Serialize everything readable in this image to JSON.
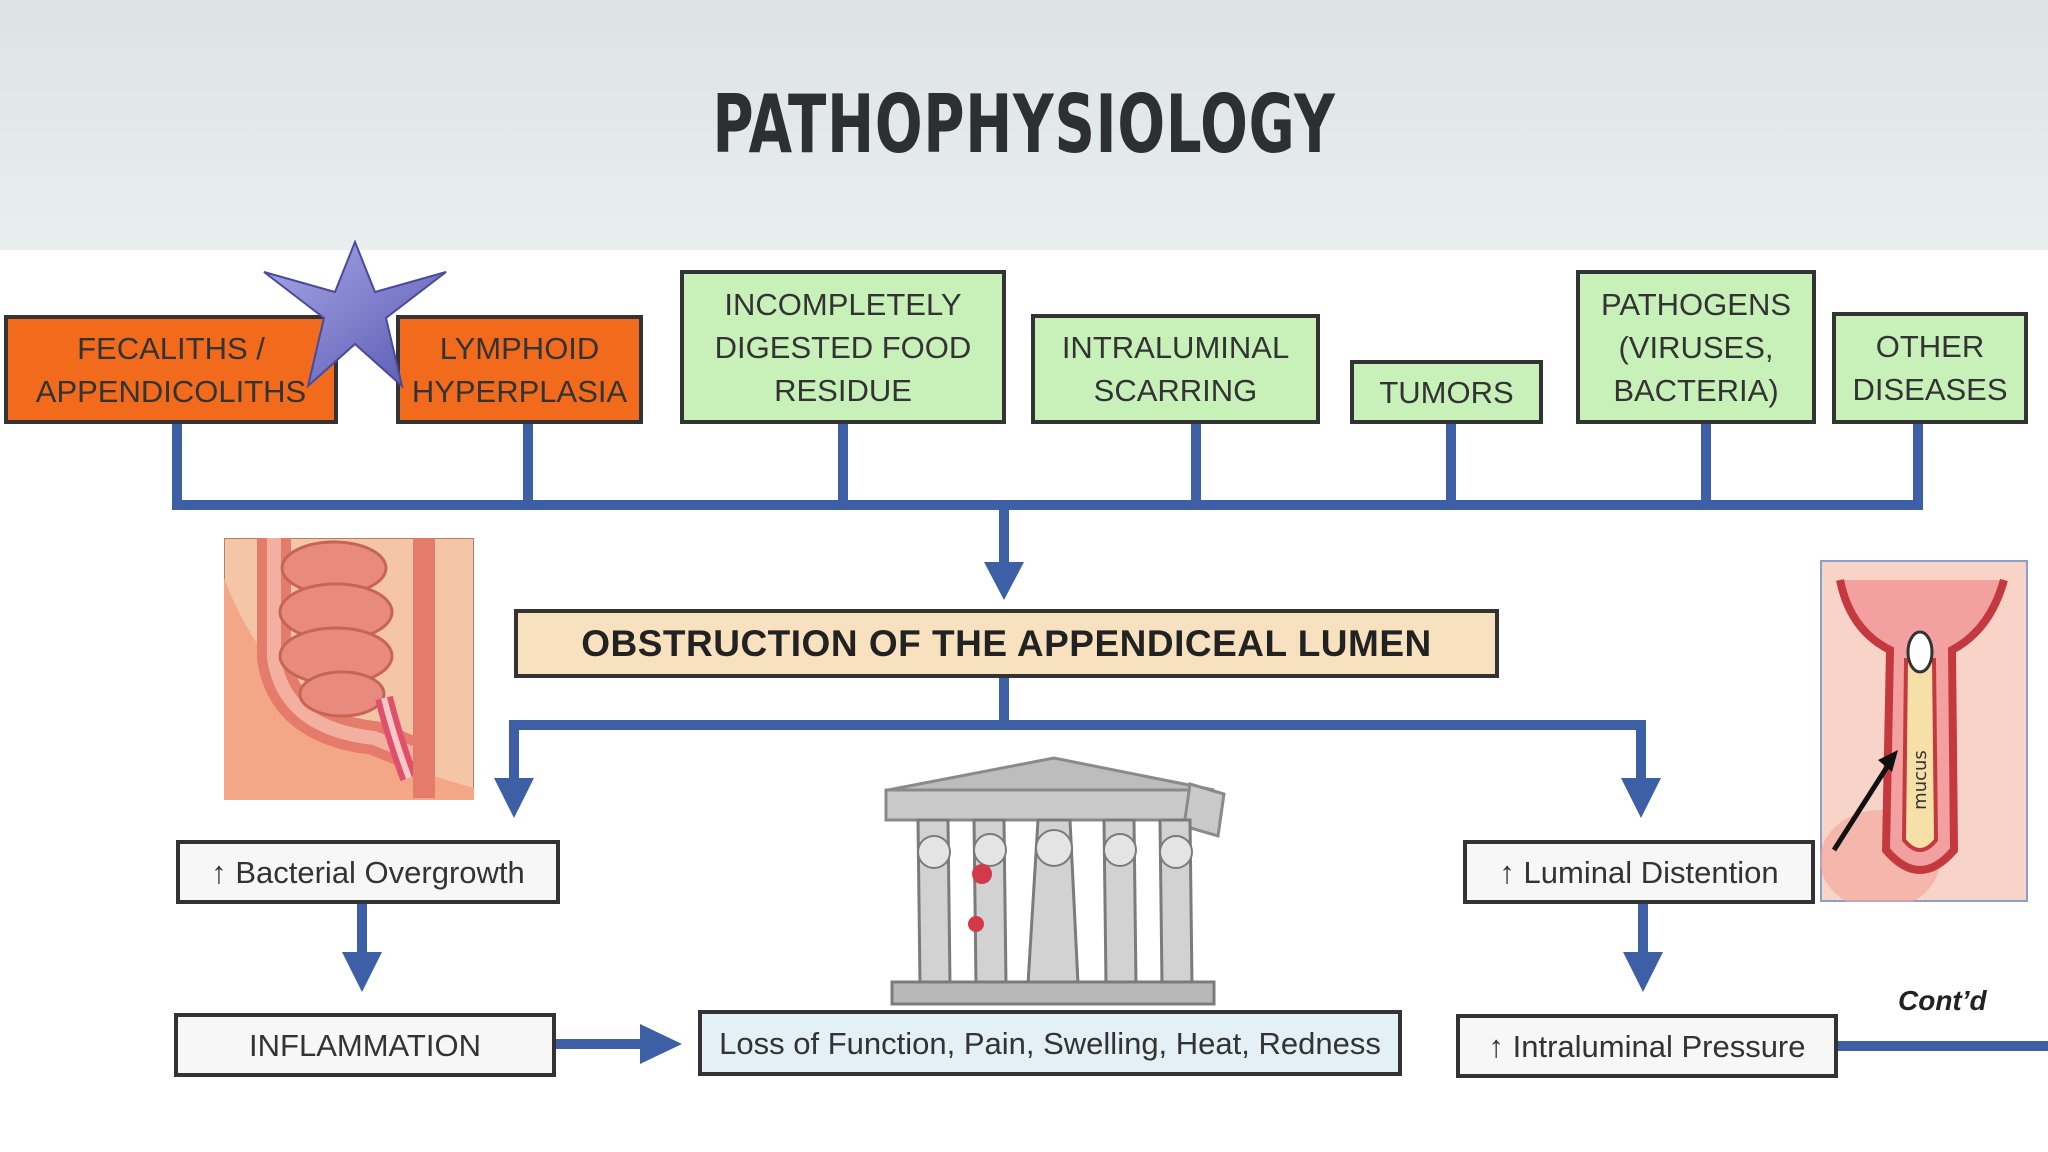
{
  "title": "PATHOPHYSIOLOGY",
  "causes": [
    {
      "label": "FECALITHS / APPENDICOLITHS"
    },
    {
      "label": "LYMPHOID HYPERPLASIA"
    },
    {
      "label": "INCOMPLETELY DIGESTED FOOD RESIDUE"
    },
    {
      "label": "INTRALUMINAL SCARRING"
    },
    {
      "label": "TUMORS"
    },
    {
      "label": "PATHOGENS (VIRUSES, BACTERIA)"
    },
    {
      "label": "OTHER DISEASES"
    }
  ],
  "obstruction": "OBSTRUCTION OF THE APPENDICEAL LUMEN",
  "left_branch": {
    "bacterial": "↑ Bacterial Overgrowth",
    "inflammation": "INFLAMMATION"
  },
  "center": {
    "loss": "Loss of Function, Pain, Swelling, Heat, Redness"
  },
  "right_branch": {
    "distention": "↑ Luminal Distention",
    "pressure": "↑ Intraluminal Pressure"
  },
  "contd": "Cont’d",
  "illustration_labels": {
    "mucus": "mucus"
  },
  "colors": {
    "cause_orange": "#f26b1d",
    "cause_green": "#c7f1b9",
    "obstruction_fill": "#f8e1bf",
    "connector_blue": "#3c5fa5"
  }
}
